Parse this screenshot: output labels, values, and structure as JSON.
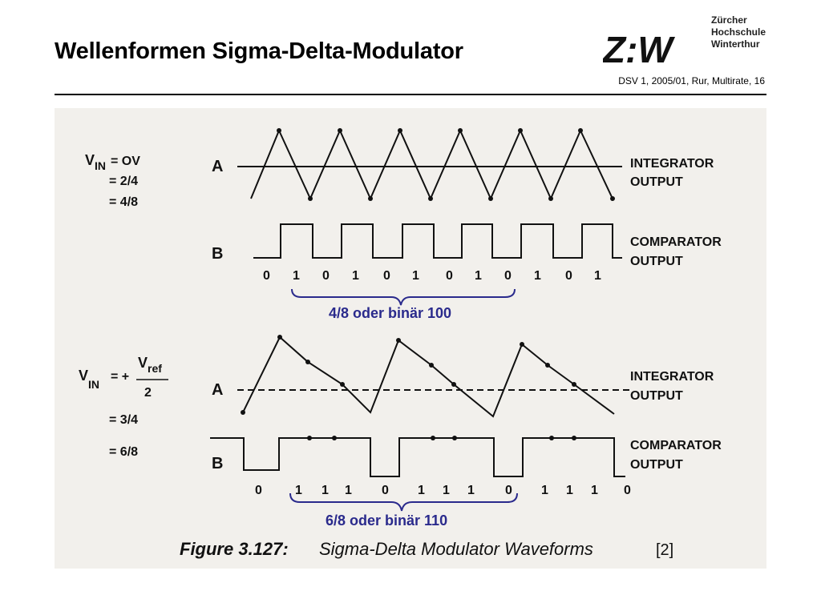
{
  "header": {
    "title": "Wellenformen Sigma-Delta-Modulator",
    "slide_ref": "DSV 1, 2005/01, Rur, Multirate, 16",
    "logo_mark": "Z:W",
    "logo_lines": [
      "Zürcher",
      "Hochschule",
      "Winterthur"
    ]
  },
  "top_panel": {
    "vin_label": "V",
    "vin_sub": "IN",
    "vin_eq": "= OV",
    "eq1": "=  2/4",
    "eq2": "= 4/8",
    "label_a": "A",
    "label_b": "B",
    "integrator_line1": "INTEGRATOR",
    "integrator_line2": "OUTPUT",
    "comparator_line1": "COMPARATOR",
    "comparator_line2": "OUTPUT",
    "bits": [
      "0",
      "1",
      "0",
      "1",
      "0",
      "1",
      "0",
      "1",
      "0",
      "1",
      "0",
      "1"
    ],
    "brace_label": "4/8 oder binär 100"
  },
  "bottom_panel": {
    "vin_label": "V",
    "vin_sub": "IN",
    "vin_eq": "= +",
    "vref": "V",
    "vref_sub": "ref",
    "denominator": "2",
    "eq1": "= 3/4",
    "eq2": "= 6/8",
    "label_a": "A",
    "label_b": "B",
    "integrator_line1": "INTEGRATOR",
    "integrator_line2": "OUTPUT",
    "comparator_line1": "COMPARATOR",
    "comparator_line2": "OUTPUT",
    "bits": [
      "0",
      "1",
      "1",
      "1",
      "0",
      "1",
      "1",
      "1",
      "0",
      "1",
      "1",
      "1",
      "0"
    ],
    "brace_label": "6/8 oder binär 110"
  },
  "caption": {
    "figure_label": "Figure 3.127:",
    "figure_text": "Sigma-Delta Modulator Waveforms",
    "reference": "[2]"
  },
  "colors": {
    "brace_blue": "#2a2a8c",
    "figure_bg": "#f2f0ec"
  }
}
